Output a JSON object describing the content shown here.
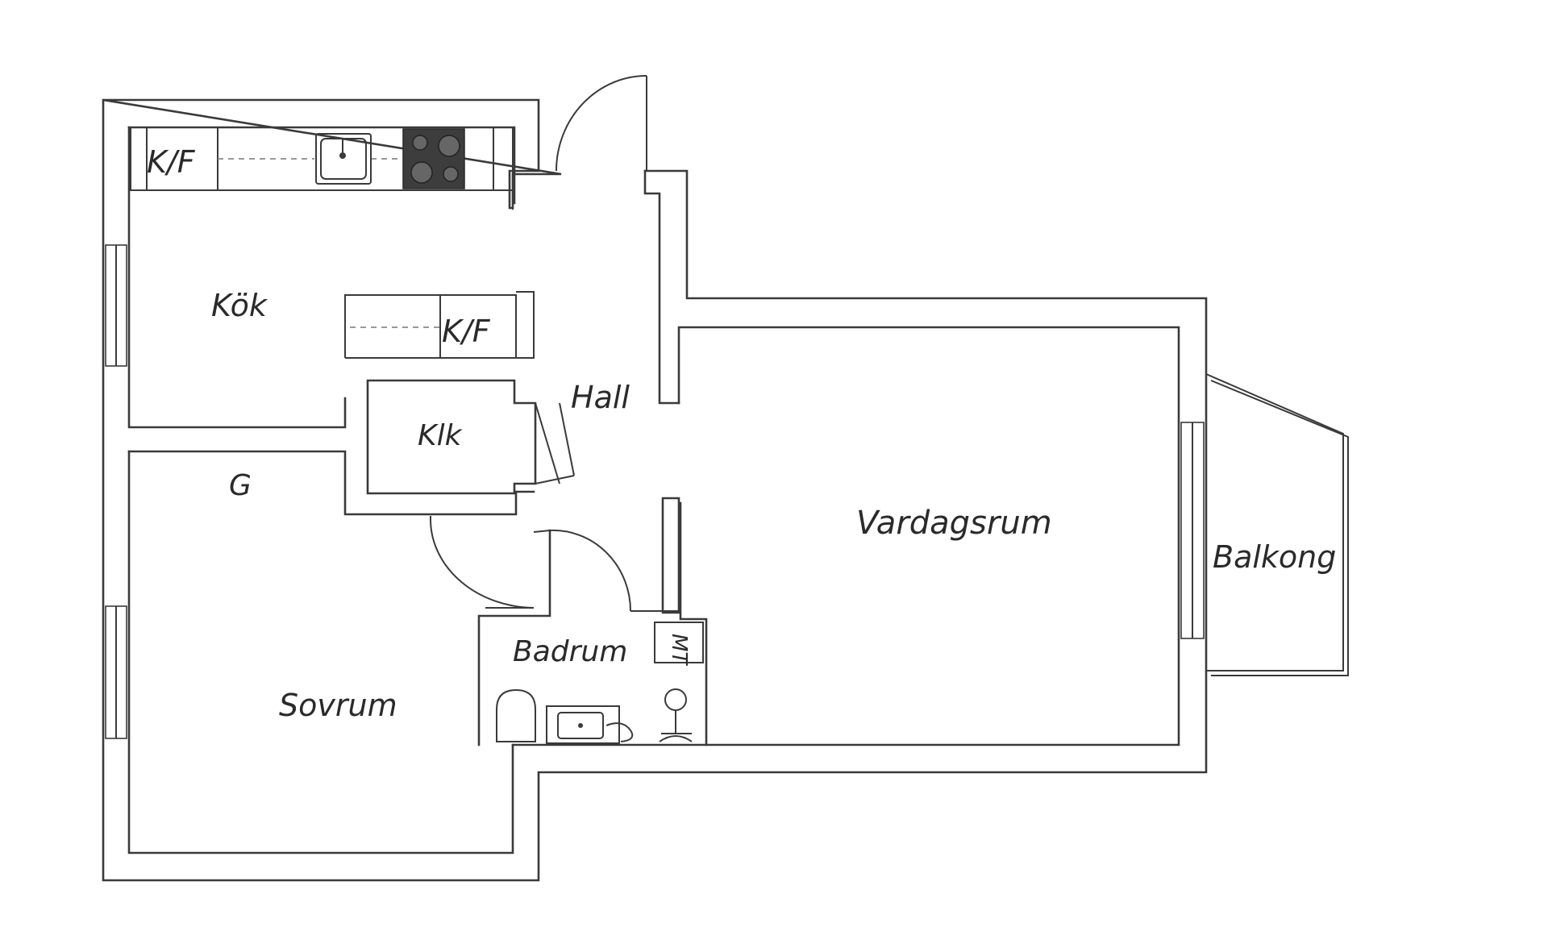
{
  "plan": {
    "rooms": {
      "kitchen": "Kök",
      "hall": "Hall",
      "closet": "Klk",
      "wardrobe": "G",
      "living_room": "Vardagsrum",
      "balcony": "Balkong",
      "bathroom": "Badrum",
      "bedroom": "Sovrum"
    },
    "fixtures": {
      "fridge_freezer_top": "K/F",
      "fridge_freezer_middle": "K/F",
      "washer_dryer": "MT"
    }
  }
}
